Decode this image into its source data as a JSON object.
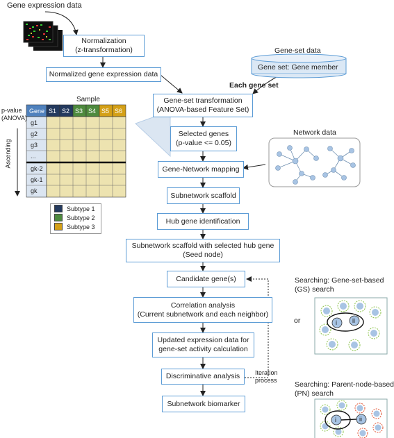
{
  "top_label": "Gene expression data",
  "boxes": {
    "normalization": [
      "Normalization",
      "(z-transformation)"
    ],
    "normalized": "Normalized gene expression data",
    "transformation": [
      "Gene-set transformation",
      "(ANOVA-based Feature Set)"
    ],
    "selected": [
      "Selected genes",
      "(p-value <= 0.05)"
    ],
    "mapping": "Gene-Network mapping",
    "scaffold": "Subnetwork scaffold",
    "hub": "Hub gene identification",
    "scaffold_hub": [
      "Subnetwork scaffold with selected hub gene",
      "(Seed node)"
    ],
    "candidate": "Candidate gene(s)",
    "correlation": [
      "Correlation analysis",
      "(Current subnetwork and each neighbor)"
    ],
    "updated": [
      "Updated expression data for",
      "gene-set activity calculation"
    ],
    "discriminative": "Discriminative analysis",
    "biomarker": "Subnetwork biomarker"
  },
  "geneset": {
    "title": "Gene-set data",
    "content": "Gene set: Gene member",
    "each": "Each gene set"
  },
  "network_label": "Network data",
  "matrix": {
    "sample_label": "Sample",
    "pvalue_label": [
      "p-value",
      "(ANOVA)"
    ],
    "ascending_label": "Ascending",
    "gene_header": "Gene",
    "samples": [
      "S1",
      "S2",
      "S3",
      "S4",
      "S5",
      "S6"
    ],
    "genes": [
      "g1",
      "g2",
      "g3",
      "...",
      "gk-2",
      "gk-1",
      "gk"
    ]
  },
  "legend": [
    "Subtype 1",
    "Subtype 2",
    "Subtype 3"
  ],
  "colors": {
    "box_border": "#5b9bd5",
    "subtype1": "#243a5e",
    "subtype2": "#4e8a3e",
    "subtype3": "#d4a017",
    "gene_header": "#4f81bd",
    "cell": "#ede3b0",
    "gene_col": "#dbe5f1"
  },
  "right_panel": {
    "gs_search": [
      "Searching: Gene-set-based",
      "(GS) search"
    ],
    "or": "or",
    "pn_search": [
      "Searching: Parent-node-based",
      "(PN) search"
    ],
    "iteration": [
      "Iteration",
      "process"
    ],
    "node_i": "i",
    "node_ii": "ii"
  }
}
